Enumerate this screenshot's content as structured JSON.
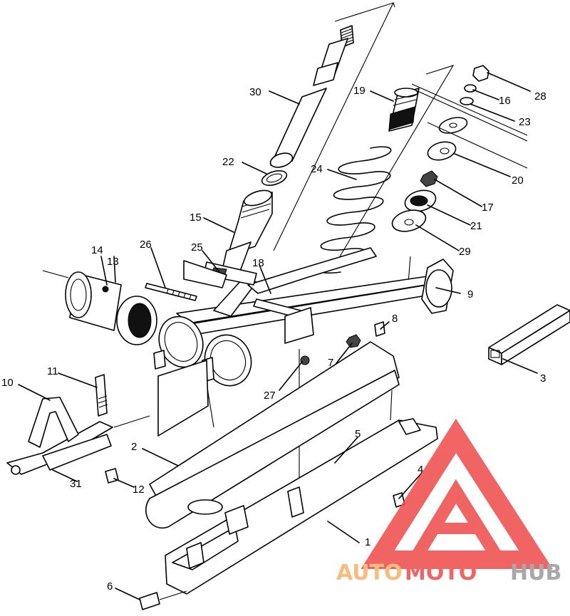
{
  "callouts": [
    {
      "n": "1"
    },
    {
      "n": "2"
    },
    {
      "n": "3"
    },
    {
      "n": "4"
    },
    {
      "n": "5"
    },
    {
      "n": "6"
    },
    {
      "n": "7"
    },
    {
      "n": "8"
    },
    {
      "n": "9"
    },
    {
      "n": "10"
    },
    {
      "n": "11"
    },
    {
      "n": "12"
    },
    {
      "n": "13"
    },
    {
      "n": "14"
    },
    {
      "n": "15"
    },
    {
      "n": "16"
    },
    {
      "n": "17"
    },
    {
      "n": "18"
    },
    {
      "n": "19"
    },
    {
      "n": "20"
    },
    {
      "n": "21"
    },
    {
      "n": "22"
    },
    {
      "n": "23"
    },
    {
      "n": "24"
    },
    {
      "n": "25"
    },
    {
      "n": "26"
    },
    {
      "n": "27"
    },
    {
      "n": "28"
    },
    {
      "n": "29"
    },
    {
      "n": "30"
    },
    {
      "n": "31"
    }
  ],
  "watermark": {
    "text_auto": "AUTO",
    "text_moto": "MOTO",
    "text_hub": "HUB",
    "color_red": "#ef4a4a",
    "color_orange": "#f6b26b",
    "color_gray": "#9a9a9a"
  }
}
